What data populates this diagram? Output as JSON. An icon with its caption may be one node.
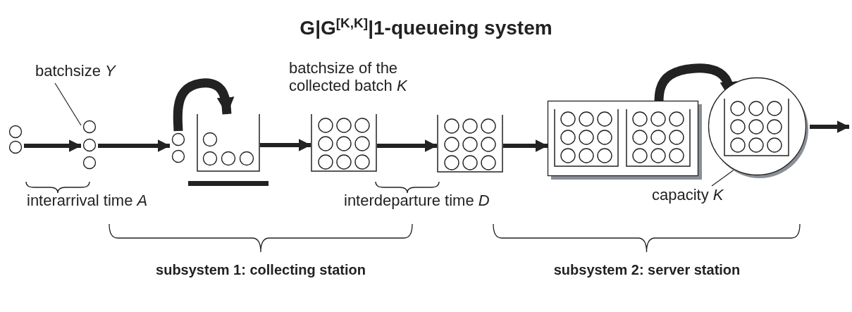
{
  "diagram": {
    "title": "G|G$^{[K,K]}$|1-queueing system",
    "nodes": [
      {
        "text": [],
        "shape": "picture"
      },
      {
        "text": [],
        "shape": "picture"
      },
      {
        "text": [],
        "shape": "picture"
      },
      {
        "text": [],
        "shape": "picture"
      },
      {
        "text": [],
        "shape": "picture"
      },
      {
        "text": [],
        "shape": "picture"
      },
      {
        "text": [],
        "shape": "box"
      },
      {
        "text": [],
        "shape": "picture",
        "in": 6
      },
      {
        "text": [],
        "shape": "picture",
        "in": 6
      },
      {
        "text": [],
        "shape": "circle"
      },
      {
        "text": [],
        "shape": "picture",
        "in": 9
      },
      {
        "text": [
          "batchsize *Y*"
        ]
      },
      {
        "text": [
          "capacity *K*"
        ]
      }
    ],
    "edges": [
      {
        "from": 0,
        "to": 1,
        "arrow": "to"
      },
      {
        "from": 1,
        "to": 2,
        "arrow": "to"
      },
      {
        "from": 2,
        "to": 3,
        "arrow": "to",
        "style": "thick"
      },
      {
        "from": 3,
        "to": 4,
        "arrow": "to"
      },
      {
        "from": 4,
        "to": 5,
        "arrow": "to"
      },
      {
        "from": 5,
        "to": 6,
        "arrow": "to"
      },
      {
        "from": 8,
        "to": 10,
        "arrow": "to",
        "style": "thick"
      },
      {
        "from": 9,
        "to": null,
        "arrow": "to"
      },
      {
        "from": 11,
        "to": 1,
        "arrow": "none"
      },
      {
        "from": 12,
        "to": 10,
        "arrow": "none"
      }
    ],
    "labels": [
      "batchsize of the collected batch *K*",
      "interarrival time *A*",
      "interdeparture time *D*",
      "subsystem 1: collecting station",
      "subsystem 2: server station"
    ]
  }
}
